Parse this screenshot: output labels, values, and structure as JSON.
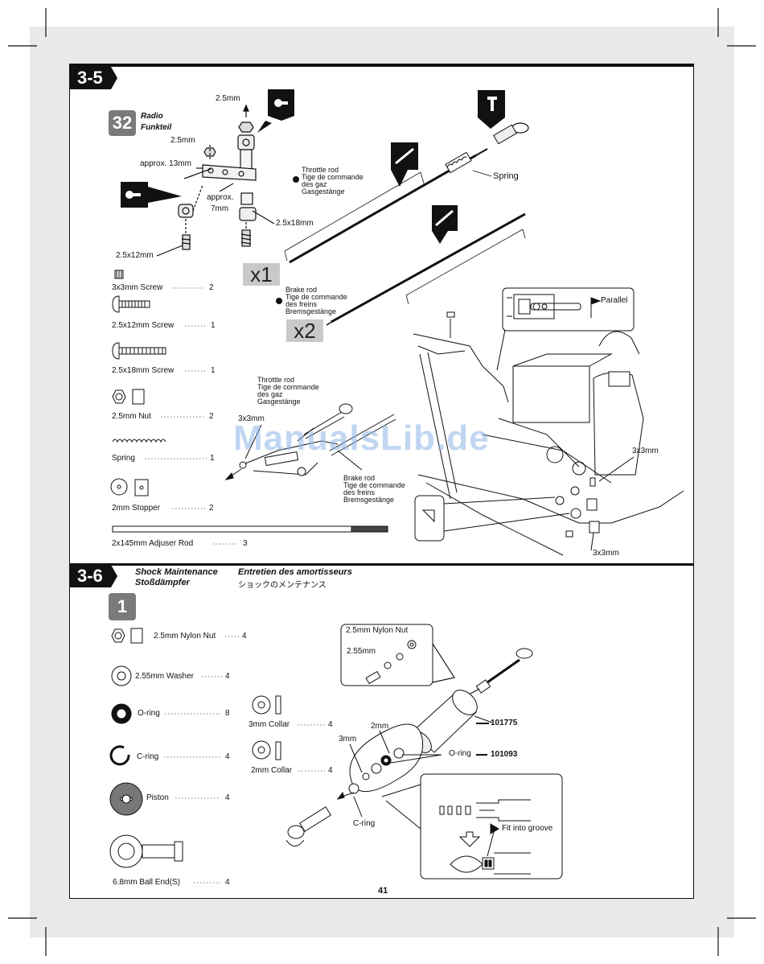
{
  "page_number": "41",
  "watermark": "ManualsLib.de",
  "section_35": {
    "tag": "3-5",
    "step": "32",
    "title_en": "Radio",
    "title_de": "Funkteil",
    "labels": {
      "m25_top": "2.5mm",
      "m25_mid": "2.5mm",
      "approx13": "approx. 13mm",
      "approx7a": "approx.",
      "approx7b": "7mm",
      "screw18": "2.5x18mm",
      "screw12": "2.5x12mm",
      "spring": "Spring",
      "throttle_rod": [
        "Throttle rod",
        "Tige de commande",
        "des gaz",
        "Gasgestänge"
      ],
      "brake_rod": [
        "Brake rod",
        "Tige de commande",
        "des freins",
        "Bremsgestänge"
      ],
      "x1": "x1",
      "x2": "x2",
      "parallel": "Parallel",
      "throttle_rod2": [
        "Throttle rod",
        "Tige de commande",
        "des gaz",
        "Gasgestänge"
      ],
      "brake_rod2": [
        "Brake rod",
        "Tige de commande",
        "des freins",
        "Bremsgestänge"
      ],
      "x3_left": "3x3mm",
      "x3_right": "3x3mm",
      "x3_bottom": "3x3mm"
    },
    "parts": [
      {
        "name": "3x3mm Screw",
        "qty": "2"
      },
      {
        "name": "2.5x12mm Screw",
        "qty": "1"
      },
      {
        "name": "2.5x18mm Screw",
        "qty": "1"
      },
      {
        "name": "2.5mm Nut",
        "qty": "2"
      },
      {
        "name": "Spring",
        "qty": "1"
      },
      {
        "name": "2mm Stopper",
        "qty": "2"
      },
      {
        "name": "2x145mm  Adjuser Rod",
        "qty": "3"
      }
    ]
  },
  "section_36": {
    "tag": "3-6",
    "title_en": "Shock Maintenance",
    "title_de": "Stoßdämpfer",
    "title_fr": "Entretien des amortisseurs",
    "title_jp": "ショックのメンテナンス",
    "step": "1",
    "parts": [
      {
        "name": "2.5mm Nylon Nut",
        "qty": "4"
      },
      {
        "name": "2.55mm Washer",
        "qty": "4"
      },
      {
        "name": "O-ring",
        "qty": "8"
      },
      {
        "name": "C-ring",
        "qty": "4"
      },
      {
        "name": "Piston",
        "qty": "4"
      },
      {
        "name": "6.8mm Ball End(S)",
        "qty": "4"
      },
      {
        "name": "3mm Collar",
        "qty": "4"
      },
      {
        "name": "2mm Collar",
        "qty": "4"
      }
    ],
    "labels": {
      "nylon_nut": "2.5mm Nylon Nut",
      "m255": "2.55mm",
      "part_101775": "101775",
      "m2": "2mm",
      "m3": "3mm",
      "oring": "O-ring",
      "part_101093": "101093",
      "cring": "C-ring",
      "fit_groove": "Fit into groove"
    }
  }
}
